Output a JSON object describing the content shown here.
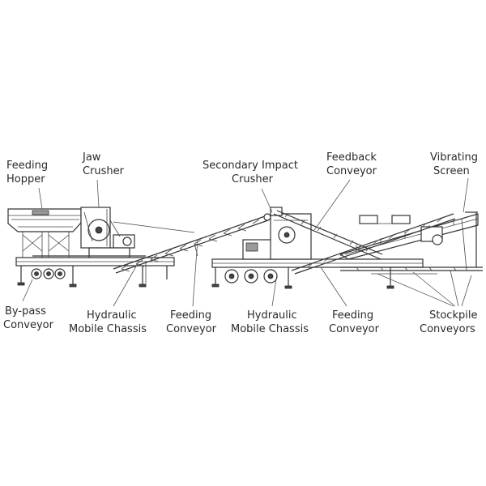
{
  "labels": {
    "feeding_hopper": [
      "Feeding",
      "Hopper"
    ],
    "jaw_crusher": [
      "Jaw",
      "Crusher"
    ],
    "secondary_impact_crusher": [
      "Secondary Impact",
      "Crusher"
    ],
    "feedback_conveyor": [
      "Feedback",
      "Conveyor"
    ],
    "vibrating_screen": [
      "Vibrating",
      "Screen"
    ],
    "bypass_conveyor": [
      "By-pass",
      "Conveyor"
    ],
    "hydraulic_chassis_1": [
      "Hydraulic",
      "Mobile Chassis"
    ],
    "feeding_conveyor_1": [
      "Feeding",
      "Conveyor"
    ],
    "hydraulic_chassis_2": [
      "Hydraulic",
      "Mobile Chassis"
    ],
    "feeding_conveyor_2": [
      "Feeding",
      "Conveyor"
    ],
    "stockpile_conveyors": [
      "Stockpile",
      "Conveyors"
    ]
  }
}
